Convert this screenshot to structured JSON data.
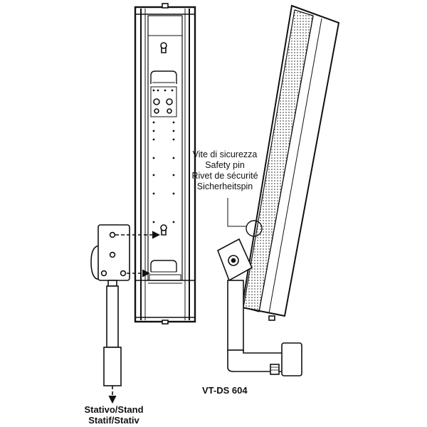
{
  "labels": {
    "safety_pin": {
      "it": "Vite di sicurezza",
      "en": "Safety pin",
      "fr": "Rivet de sécurité",
      "de": "Sicherheitspin"
    },
    "model": "VT-DS 604",
    "stand": {
      "line1": "Stativo/Stand",
      "line2": "Statif/Stativ"
    }
  },
  "colors": {
    "line": "#111111",
    "grille": "#555555",
    "background": "#ffffff"
  }
}
